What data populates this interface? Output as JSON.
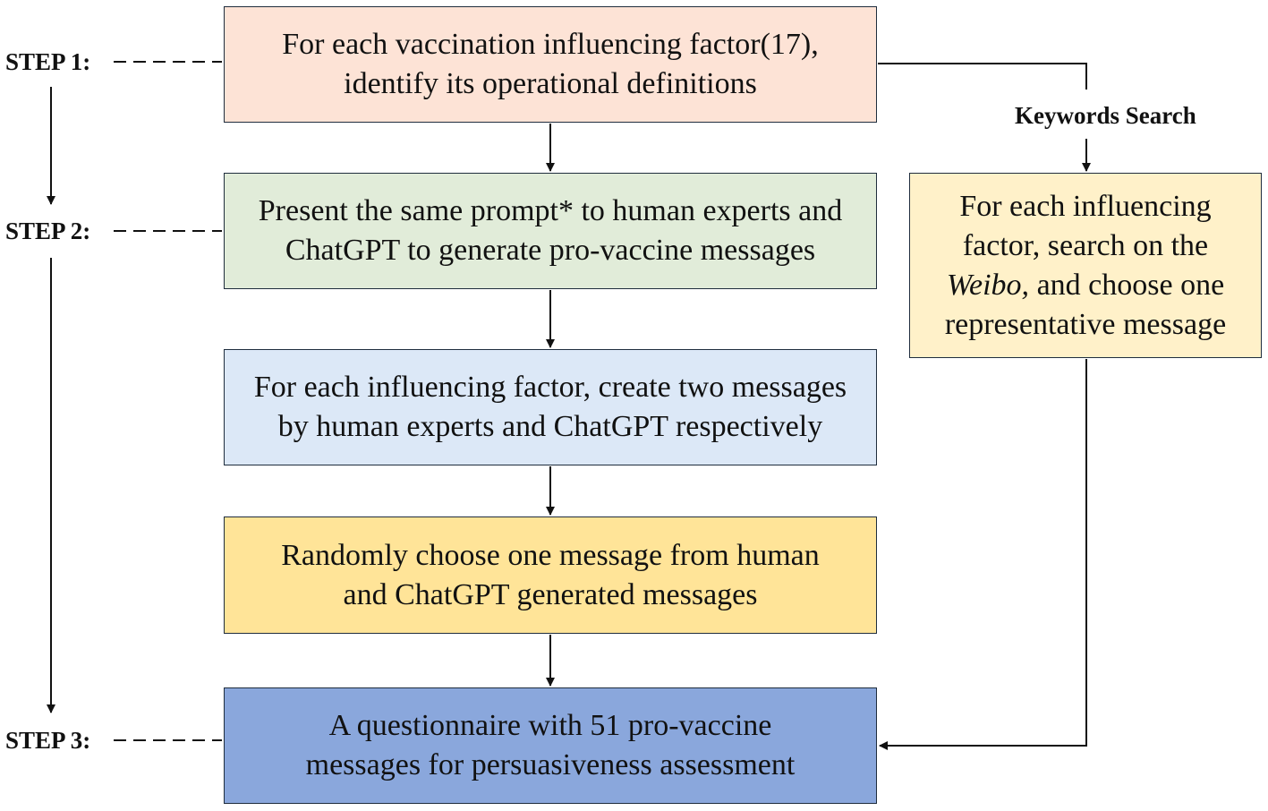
{
  "steps": {
    "step1": "STEP 1:",
    "step2": "STEP 2:",
    "step3": "STEP 3:"
  },
  "boxes": {
    "factor_definitions": {
      "line1": "For each vaccination influencing factor(17),",
      "line2": "identify its operational definitions"
    },
    "same_prompt": {
      "line1": "Present the same prompt* to human experts and",
      "line2": "ChatGPT to generate pro-vaccine messages"
    },
    "two_messages": {
      "line1": "For each influencing factor, create two messages",
      "line2": "by human experts and ChatGPT respectively"
    },
    "random_choice": {
      "line1": "Randomly choose one message from human",
      "line2": "and ChatGPT generated messages"
    },
    "questionnaire": {
      "line1": "A questionnaire with 51 pro-vaccine",
      "line2": "messages for persuasiveness assessment"
    },
    "weibo_search": {
      "line1": "For each influencing",
      "line2": "factor, search on the",
      "line3_italic": "Weibo,",
      "line3_rest": " and choose one",
      "line4": "representative message"
    }
  },
  "side_label": "Keywords Search",
  "colors": {
    "box1": "#fde3d6",
    "box2": "#e1ecd9",
    "box3": "#dce8f7",
    "box4": "#ffe498",
    "box5": "#8aa7dc",
    "side_box": "#fff1c9",
    "border": "#1f2d3d",
    "line": "#111111"
  }
}
